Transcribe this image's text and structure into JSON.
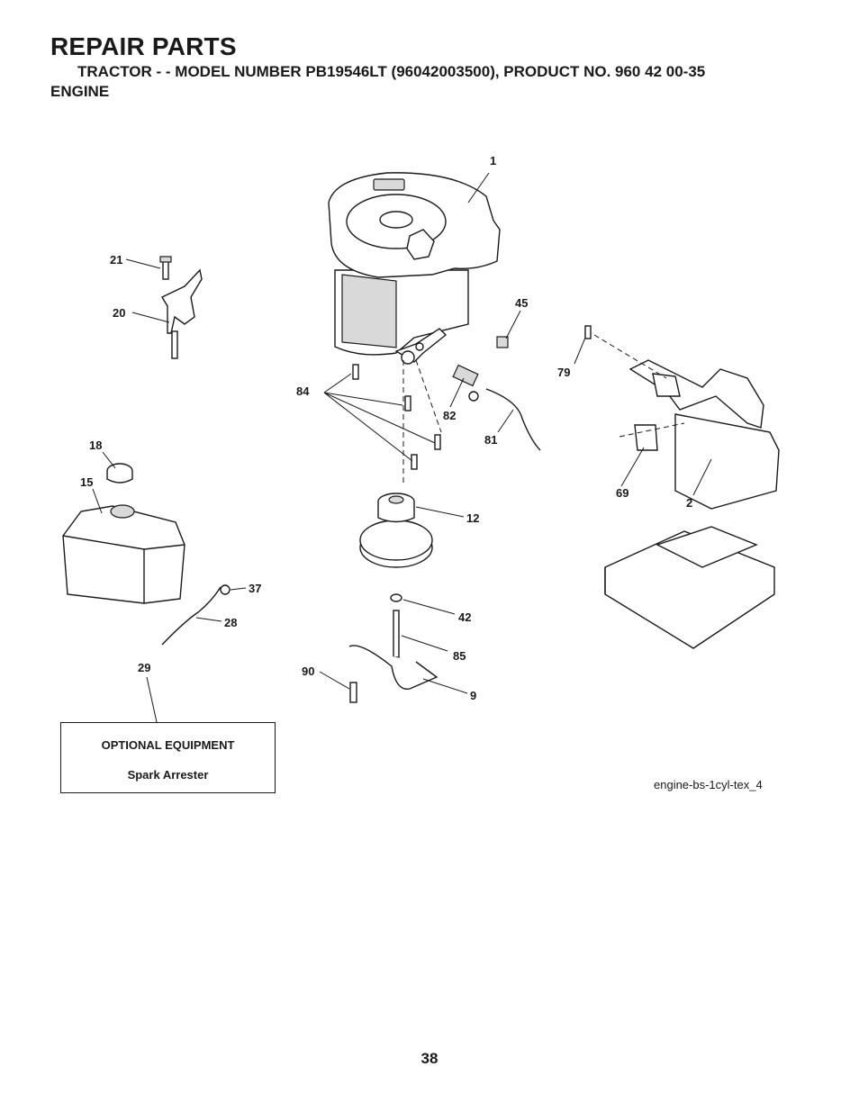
{
  "header": {
    "title": "REPAIR PARTS",
    "subtitle": "TRACTOR - - MODEL NUMBER PB19546LT (96042003500), PRODUCT NO. 960 42 00-35",
    "section": "ENGINE"
  },
  "callouts": {
    "c1": "1",
    "c2": "2",
    "c9": "9",
    "c12": "12",
    "c15": "15",
    "c18": "18",
    "c20": "20",
    "c21": "21",
    "c28": "28",
    "c29": "29",
    "c37": "37",
    "c42": "42",
    "c45": "45",
    "c69": "69",
    "c79": "79",
    "c81": "81",
    "c82": "82",
    "c84": "84",
    "c85": "85",
    "c90": "90"
  },
  "optional_equipment": {
    "heading": "OPTIONAL EQUIPMENT",
    "item": "Spark Arrester"
  },
  "figure_ref": "engine-bs-1cyl-tex_4",
  "page_number": "38"
}
